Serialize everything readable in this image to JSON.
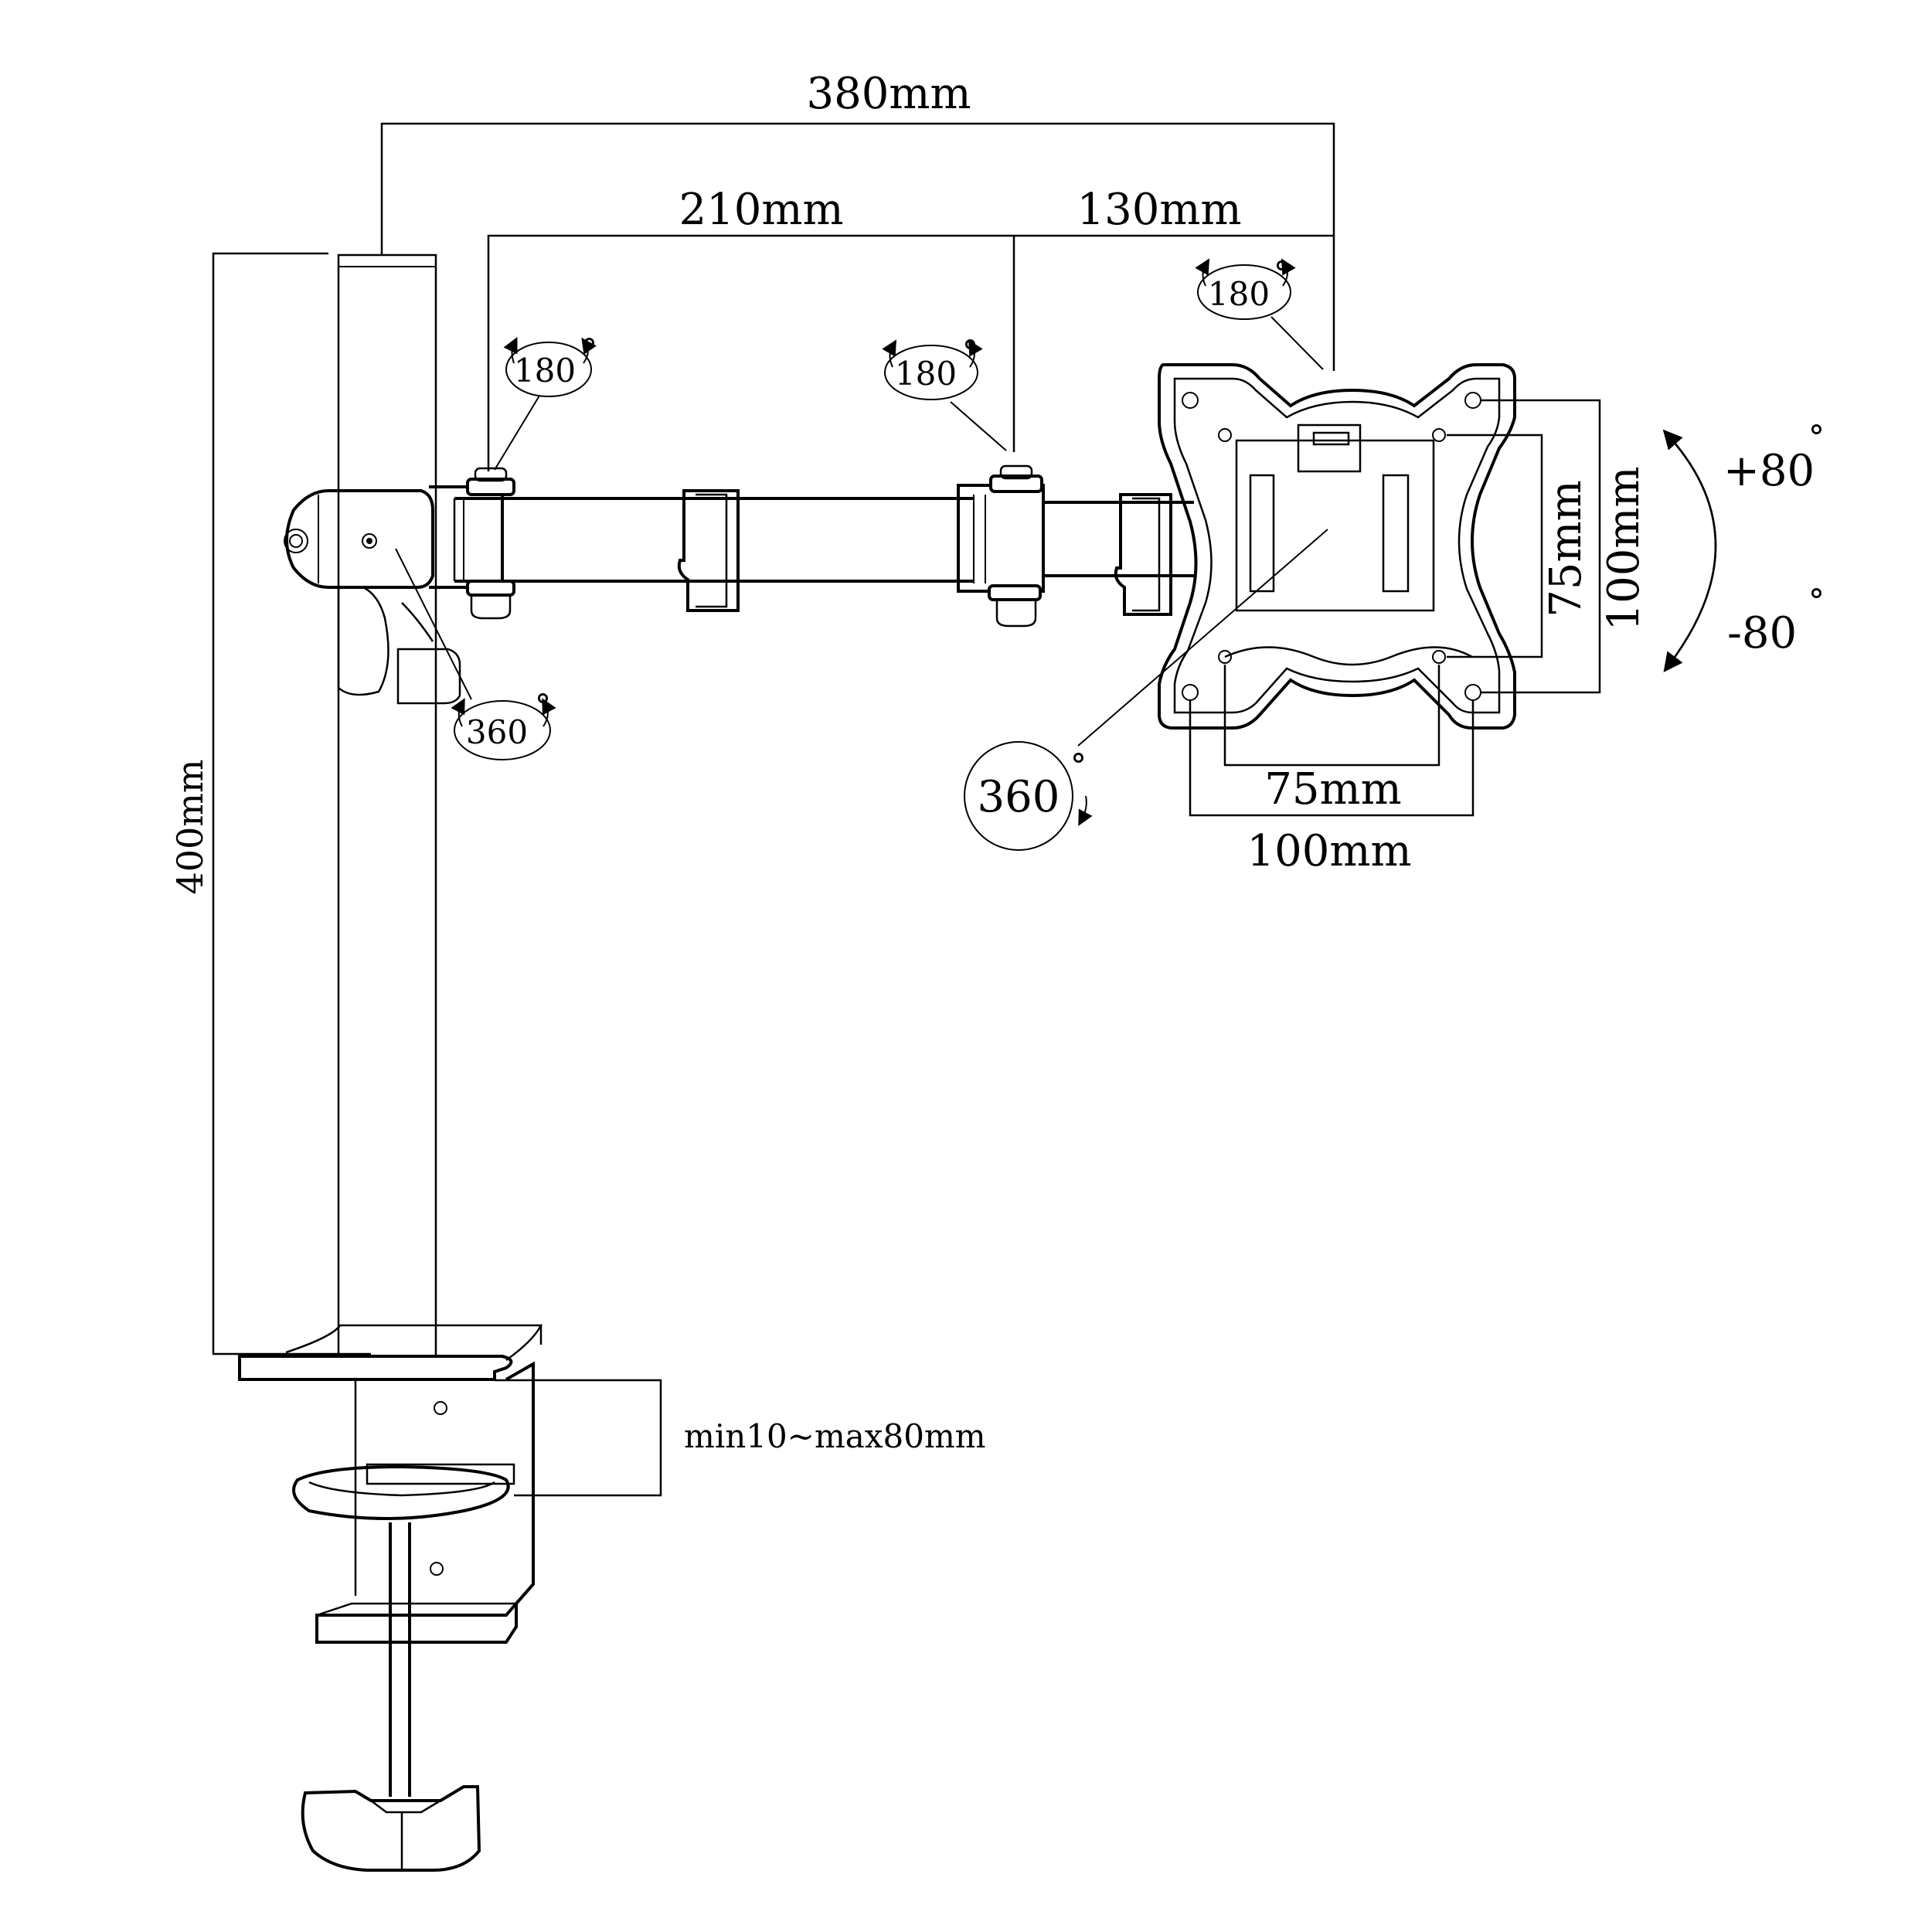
{
  "dimensions": {
    "total_reach": "380mm",
    "arm_segment_1": "210mm",
    "arm_segment_2": "130mm",
    "pole_height": "400mm",
    "vesa_inner_horizontal": "75mm",
    "vesa_outer_horizontal": "100mm",
    "vesa_inner_vertical": "75mm",
    "vesa_outer_vertical": "100mm",
    "clamp_thickness": "min10~max80mm"
  },
  "rotations": {
    "arm_joint_1": "180",
    "arm_joint_2": "180",
    "vesa_swivel": "180",
    "pole_rotation": "360",
    "vesa_rotation": "360",
    "tilt_up": "+80",
    "tilt_down": "-80"
  },
  "degree_symbol": "°",
  "colors": {
    "line": "#000000",
    "background": "#ffffff"
  }
}
